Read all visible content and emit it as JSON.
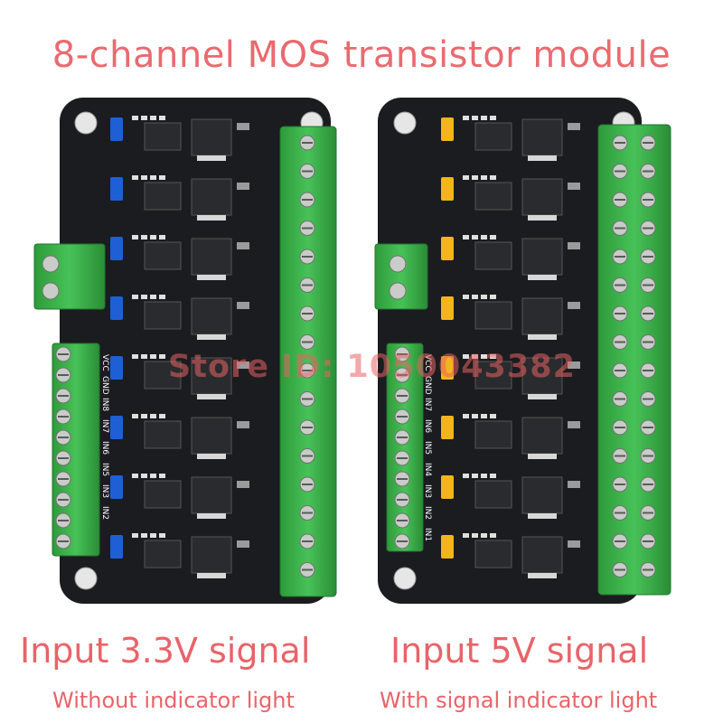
{
  "title": "8-channel MOS transistor module",
  "watermark": "Store ID: 1050043382",
  "left_board": {
    "caption": "Input 3.3V signal",
    "subcaption": "Without indicator light",
    "pins": [
      "VCC",
      "GND",
      "IN8",
      "IN7",
      "IN6",
      "IN5",
      "IN3",
      "IN2"
    ],
    "jumper_color": "#1f5fd6"
  },
  "right_board": {
    "caption": "Input 5V signal",
    "subcaption": "With signal indicator light",
    "pins": [
      "VCC",
      "GND",
      "IN7",
      "IN6",
      "IN5",
      "IN4",
      "IN3",
      "IN2",
      "IN1"
    ],
    "jumper_color": "#f2b51c"
  },
  "colors": {
    "pcb": "#1b1c1f",
    "terminal": "#3cb54a",
    "text": "#e8646a"
  }
}
